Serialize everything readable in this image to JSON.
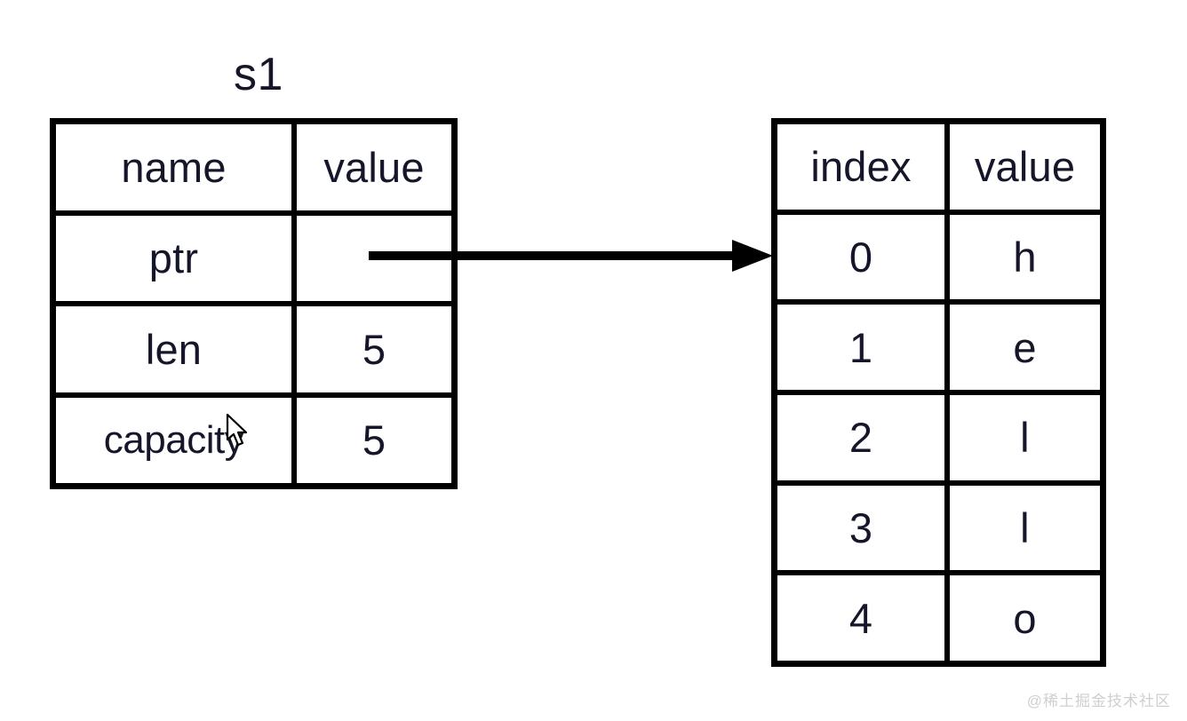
{
  "diagram": {
    "title": "s1",
    "background_color": "#ffffff",
    "line_color": "#000000",
    "text_color": "#16162b"
  },
  "struct_table": {
    "name": "s1",
    "headers": [
      "name",
      "value"
    ],
    "rows": [
      {
        "name": "ptr",
        "value": ""
      },
      {
        "name": "len",
        "value": "5"
      },
      {
        "name": "capacity",
        "value": "5"
      }
    ]
  },
  "buffer_table": {
    "headers": [
      "index",
      "value"
    ],
    "rows": [
      {
        "index": "0",
        "value": "h"
      },
      {
        "index": "1",
        "value": "e"
      },
      {
        "index": "2",
        "value": "l"
      },
      {
        "index": "3",
        "value": "l"
      },
      {
        "index": "4",
        "value": "o"
      }
    ]
  },
  "pointer_arrow": {
    "icon": "arrow-right-icon",
    "from": "ptr-value-cell",
    "to": "buffer-table"
  },
  "cursor": {
    "icon": "mouse-pointer-icon",
    "over": "capacity-name-cell"
  },
  "watermark": {
    "text": "@稀土掘金技术社区"
  }
}
